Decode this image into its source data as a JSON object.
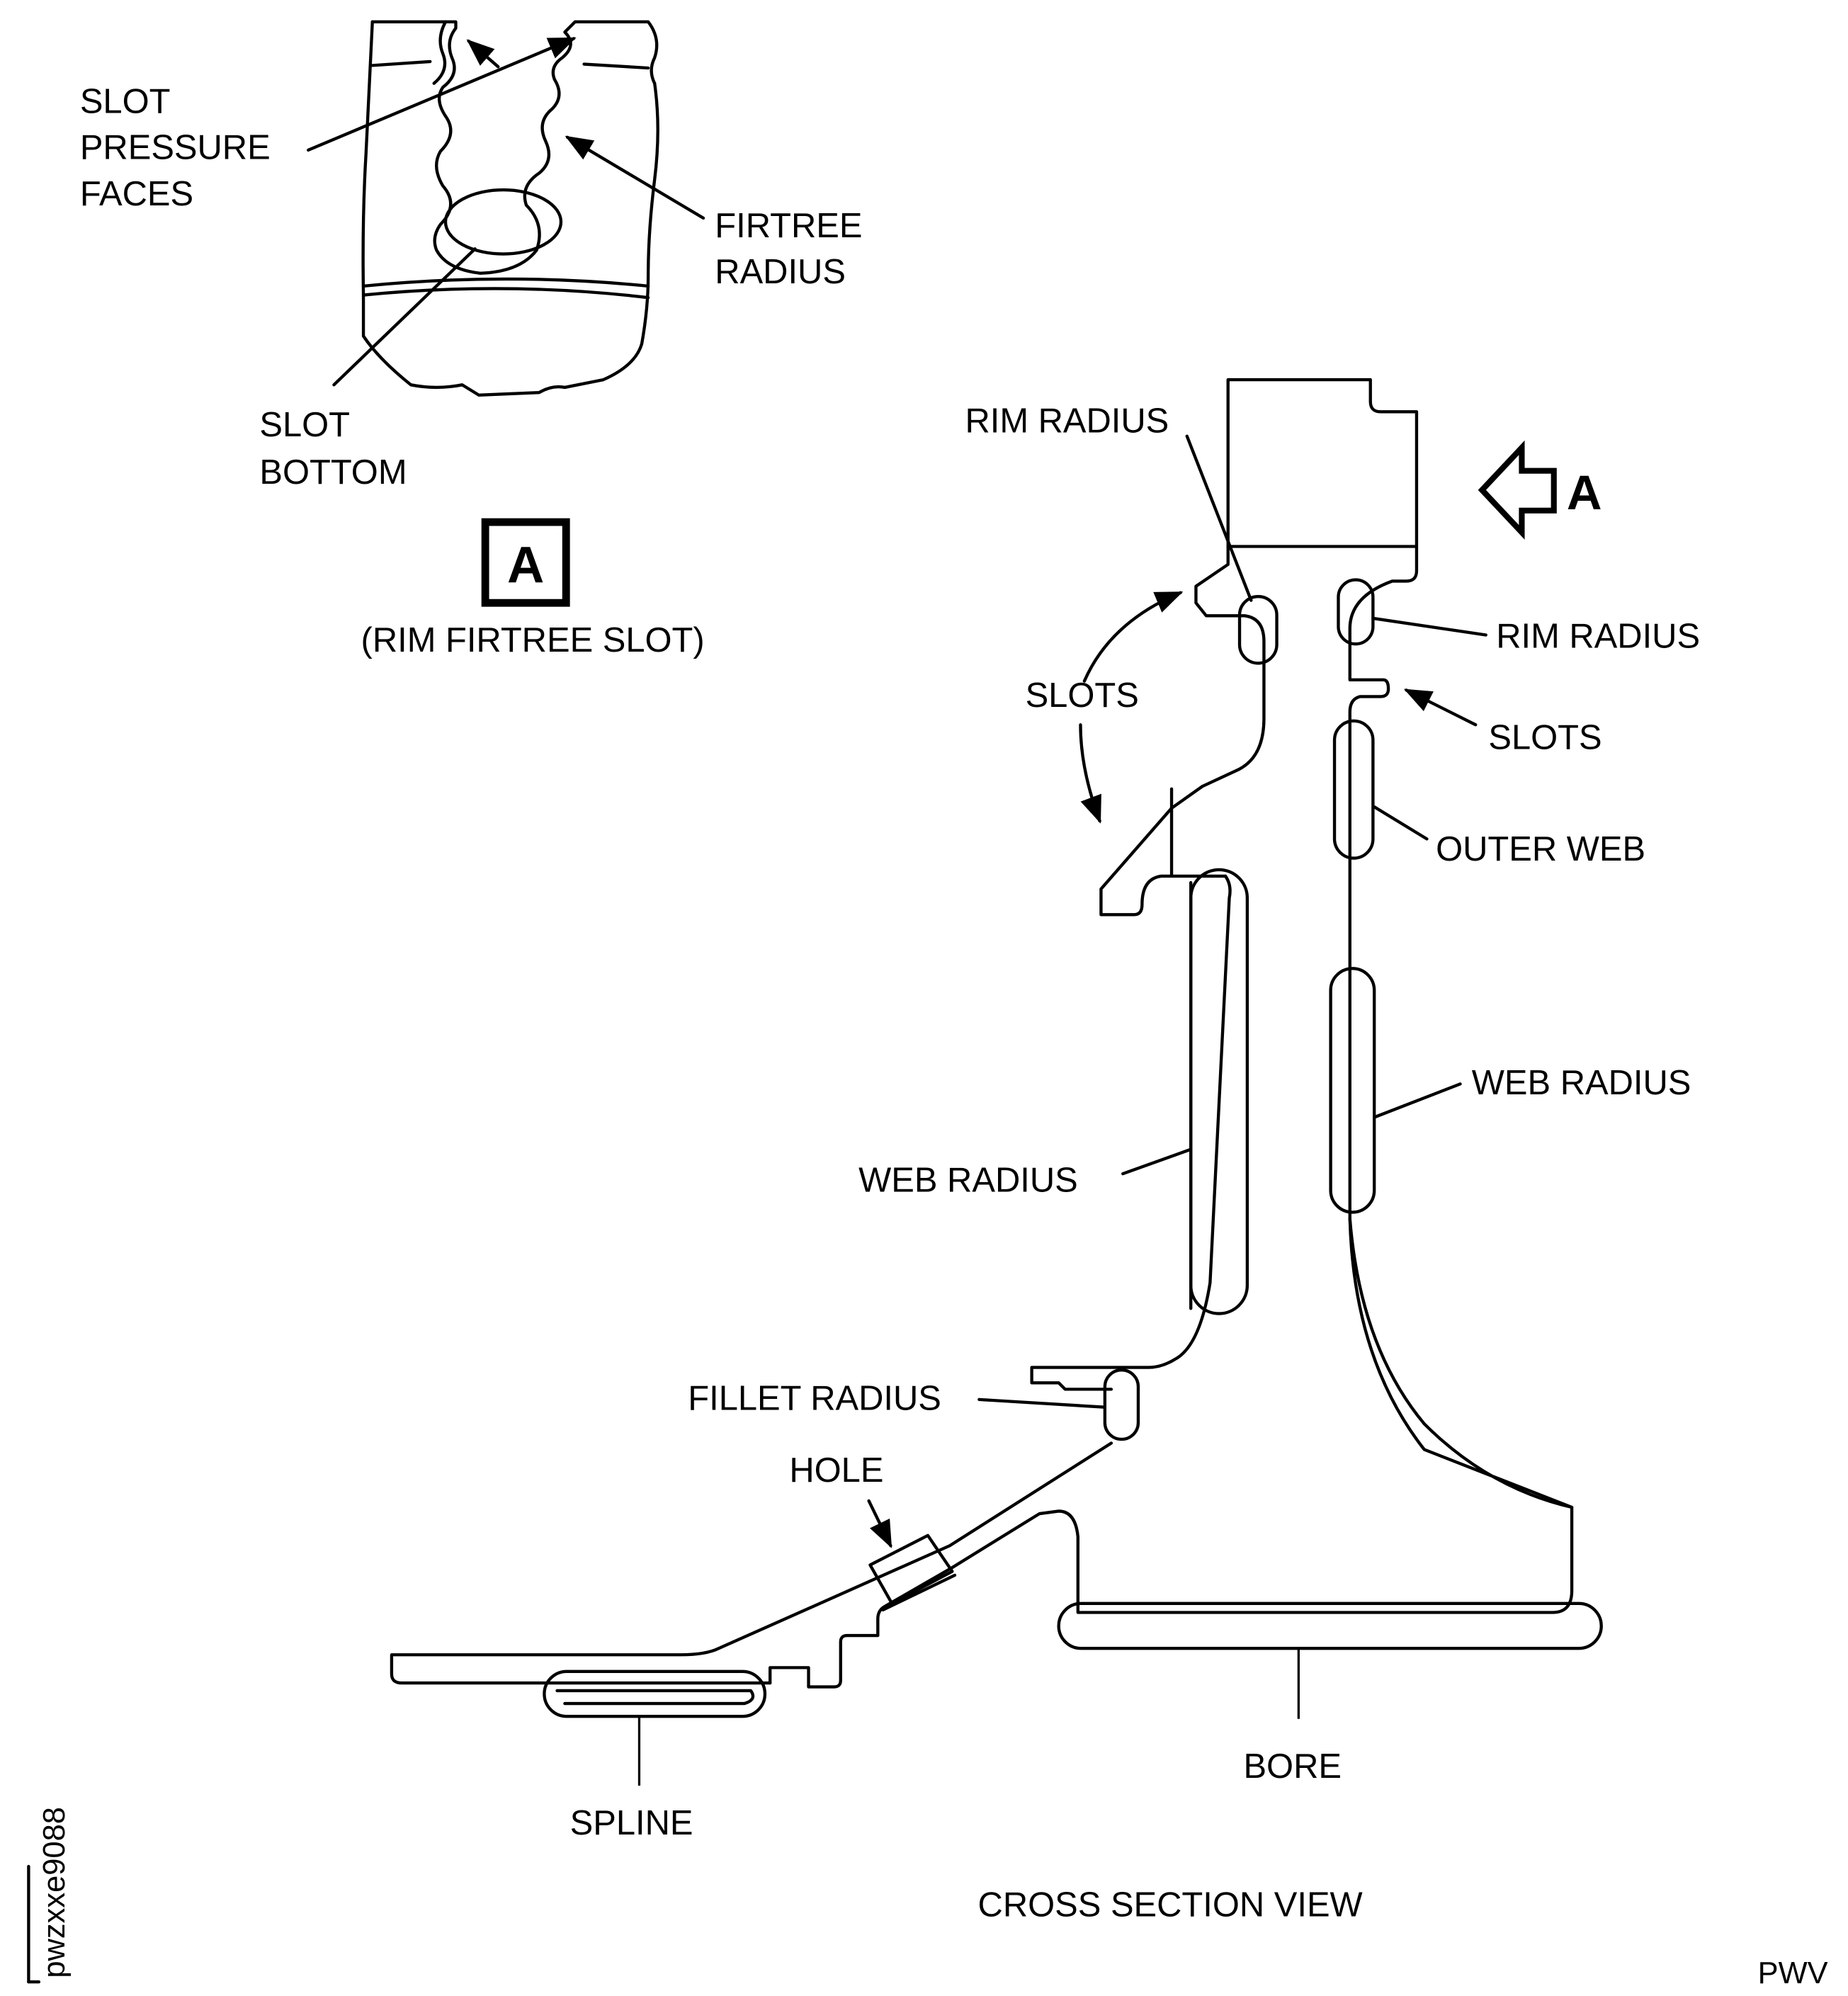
{
  "detail_view": {
    "labels": {
      "slot_pressure_faces": [
        "SLOT",
        "PRESSURE",
        "FACES"
      ],
      "firtree_radius": [
        "FIRTREE",
        "RADIUS"
      ],
      "slot_bottom": [
        "SLOT",
        "BOTTOM"
      ]
    },
    "view_letter": "A",
    "caption": "(RIM FIRTREE SLOT)"
  },
  "cross_section": {
    "view_arrow_letter": "A",
    "labels": {
      "rim_radius_left": "RIM RADIUS",
      "rim_radius_right": "RIM RADIUS",
      "slots_left": "SLOTS",
      "slots_right": "SLOTS",
      "outer_web": "OUTER WEB",
      "web_radius_left": "WEB RADIUS",
      "web_radius_right": "WEB RADIUS",
      "fillet_radius": "FILLET RADIUS",
      "hole": "HOLE",
      "spline": "SPLINE",
      "bore": "BORE"
    },
    "caption": "CROSS SECTION VIEW"
  },
  "figure_id": "pwzxxe9088",
  "publisher_mark": "PWV"
}
